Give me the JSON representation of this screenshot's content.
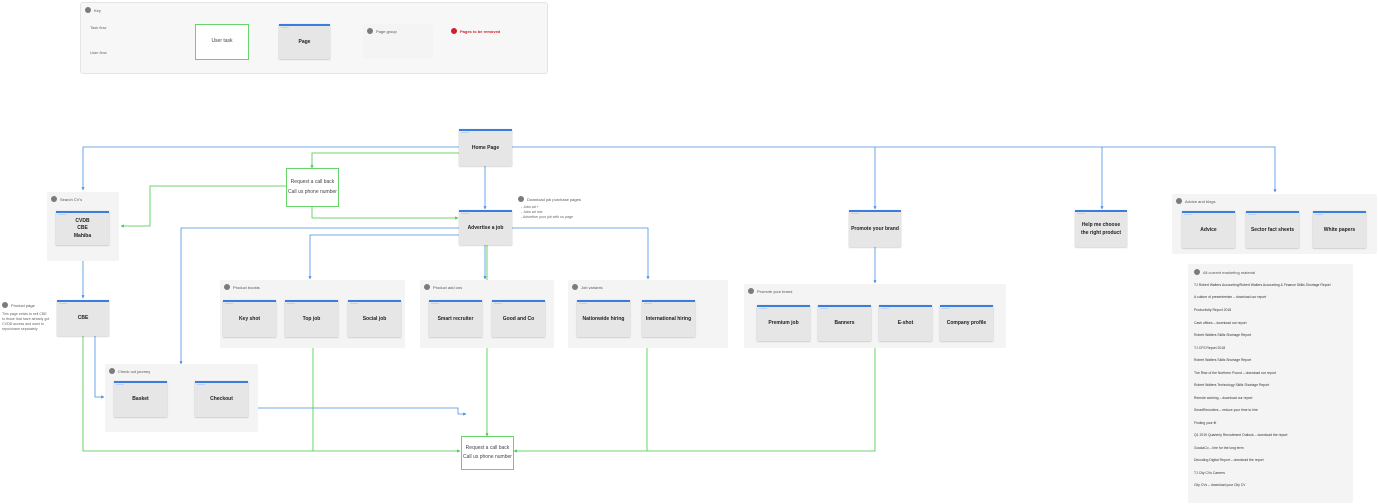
{
  "key": {
    "title": "Key",
    "task_flow_label": "Task flow",
    "user_flow_label": "User flow",
    "user_task_label": "User task",
    "page_label": "Page",
    "page_group_label": "Page group",
    "pages_removed_label": "Pages to be removed"
  },
  "pages": {
    "home": "Home Page",
    "advertise": "Advertise a job",
    "promote_brand": "Promote your brand",
    "help_choose": "Help me choose the right product",
    "cbe_single": "CBE",
    "search_cvs": [
      "CVDB",
      "CBE",
      "Mahiba"
    ]
  },
  "user_tasks": {
    "top": {
      "line1": "Request a call back",
      "line2": "Call us phone number"
    },
    "bottom": {
      "line1": "Request a call back",
      "line2": "Call us phone number"
    }
  },
  "groups": {
    "search_cvs": {
      "title": "Search CV's"
    },
    "product_page": {
      "title": "Product page",
      "note": "This page exists to sell CBE to those that have already got CVDB access and want to repurchase separately"
    },
    "download_job": {
      "title": "Download job purchase pages",
      "items": [
        "- Jobs ad +",
        "- Jobs ad mix",
        "- Advertise your job with us page"
      ]
    },
    "product_boosts": {
      "title": "Product boosts",
      "items": [
        "Key shot",
        "Top job",
        "Social job"
      ]
    },
    "product_add_ons": {
      "title": "Product add ons",
      "items": [
        "Smart recruiter",
        "Good and Co"
      ]
    },
    "job_variants": {
      "title": "Job variants",
      "items": [
        "Nationwide hiring",
        "International hiring"
      ]
    },
    "promote_group": {
      "title": "Promote your brand",
      "items": [
        "Premium job",
        "Banners",
        "E-shot",
        "Company profile"
      ]
    },
    "checkout_journey": {
      "title": "Check out journey",
      "items": [
        "Basket",
        "Checkout"
      ]
    },
    "advice": {
      "title": "Advice and blogs",
      "items": [
        "Advice",
        "Sector fact sheets",
        "White papers"
      ]
    },
    "reports": {
      "title": "All current marketing material",
      "items": [
        "TJ Robert Walters Accounting/Robert Walters Accounting & Finance Skills Shortage Report",
        "A culture of presenteeism – download our report",
        "Productivity Report 2018",
        "Cash offices – download our report",
        "Robert Walters Skills Shortage Report",
        "TJ CFS Report 2018",
        "Robert Walters Skills Shortage Report",
        "The Rise of the Northern Pound – download our report",
        "Robert Walters Technology Skills Shortage Report",
        "Remote working – download our report",
        "SmartRecruiters – reduce your time to hire",
        "Finding your fit",
        "Q1 2019 Quarterly Recruitment Outlook – download the report",
        "GoodaCo – hire for the long term",
        "Decoding Digital Report – download the report",
        "TJ City CVs Careers",
        "City CVs – download your City CV"
      ]
    }
  },
  "colors": {
    "task_flow": "#44c944",
    "user_flow": "#4a8ee3",
    "page_header": "#3b7ddd",
    "removed": "#d0202a"
  }
}
